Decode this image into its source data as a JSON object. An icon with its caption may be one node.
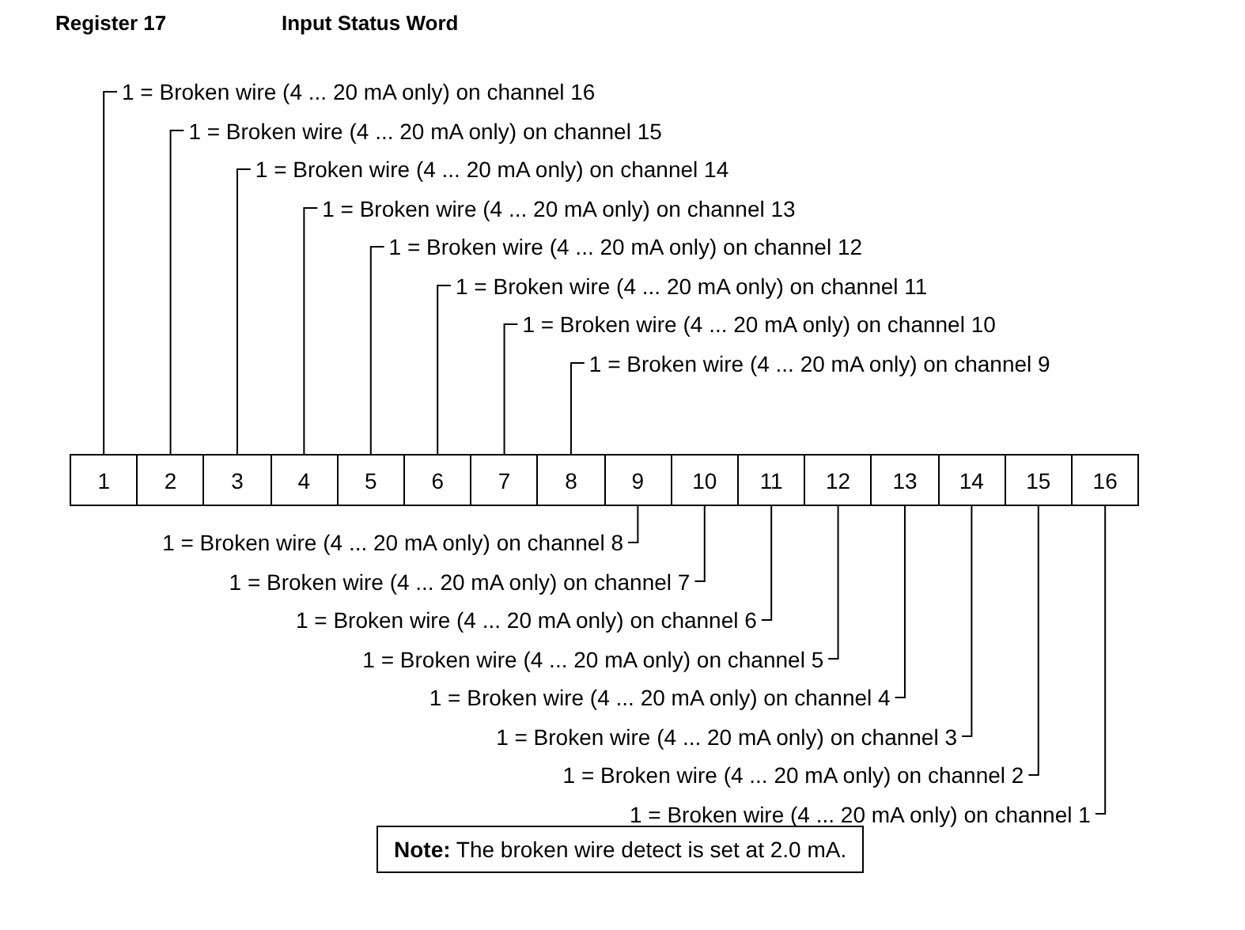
{
  "diagram": {
    "title": "Register 17",
    "labels": [
      "Input Status Word"
    ],
    "nodes": [
      {
        "text": [
          "1 = Broken wire (4 ... 20 mA only) on channel 16"
        ]
      },
      {
        "text": [
          "1 = Broken wire (4 ... 20 mA only) on channel 15"
        ]
      },
      {
        "text": [
          "1 = Broken wire (4 ... 20 mA only) on channel 14"
        ]
      },
      {
        "text": [
          "1 = Broken wire (4 ... 20 mA only) on channel 13"
        ]
      },
      {
        "text": [
          "1 = Broken wire (4 ... 20 mA only) on channel 12"
        ]
      },
      {
        "text": [
          "1 = Broken wire (4 ... 20 mA only) on channel 11"
        ]
      },
      {
        "text": [
          "1 = Broken wire (4 ... 20 mA only) on channel 10"
        ]
      },
      {
        "text": [
          "1 = Broken wire (4 ... 20 mA only) on channel 9"
        ]
      },
      {
        "text": [
          "1"
        ]
      },
      {
        "text": [
          "2"
        ]
      },
      {
        "text": [
          "3"
        ]
      },
      {
        "text": [
          "4"
        ]
      },
      {
        "text": [
          "5"
        ]
      },
      {
        "text": [
          "6"
        ]
      },
      {
        "text": [
          "7"
        ]
      },
      {
        "text": [
          "8"
        ]
      },
      {
        "text": [
          "9"
        ]
      },
      {
        "text": [
          "10"
        ]
      },
      {
        "text": [
          "11"
        ]
      },
      {
        "text": [
          "12"
        ]
      },
      {
        "text": [
          "13"
        ]
      },
      {
        "text": [
          "14"
        ]
      },
      {
        "text": [
          "15"
        ]
      },
      {
        "text": [
          "16"
        ]
      },
      {
        "text": [
          "1 = Broken wire (4 ... 20 mA only) on channel 8"
        ]
      },
      {
        "text": [
          "1 = Broken wire (4 ... 20 mA only) on channel 7"
        ]
      },
      {
        "text": [
          "1 = Broken wire (4 ... 20 mA only) on channel 6"
        ]
      },
      {
        "text": [
          "1 = Broken wire (4 ... 20 mA only) on channel 5"
        ]
      },
      {
        "text": [
          "1 = Broken wire (4 ... 20 mA only) on channel 4"
        ]
      },
      {
        "text": [
          "1 = Broken wire (4 ... 20 mA only) on channel 3"
        ]
      },
      {
        "text": [
          "1 = Broken wire (4 ... 20 mA only) on channel 2"
        ]
      },
      {
        "text": [
          "1 = Broken wire (4 ... 20 mA only) on channel 1"
        ]
      },
      {
        "text": [
          "**Note:** The broken wire detect is set at 2.0 mA."
        ]
      }
    ],
    "edges": [
      {
        "from": 0,
        "to": 8,
        "arrow": "none"
      },
      {
        "from": 1,
        "to": 9,
        "arrow": "none"
      },
      {
        "from": 2,
        "to": 10,
        "arrow": "none"
      },
      {
        "from": 3,
        "to": 11,
        "arrow": "none"
      },
      {
        "from": 4,
        "to": 12,
        "arrow": "none"
      },
      {
        "from": 5,
        "to": 13,
        "arrow": "none"
      },
      {
        "from": 6,
        "to": 14,
        "arrow": "none"
      },
      {
        "from": 7,
        "to": 15,
        "arrow": "none"
      },
      {
        "from": 24,
        "to": 16,
        "arrow": "none"
      },
      {
        "from": 25,
        "to": 17,
        "arrow": "none"
      },
      {
        "from": 26,
        "to": 18,
        "arrow": "none"
      },
      {
        "from": 27,
        "to": 19,
        "arrow": "none"
      },
      {
        "from": 28,
        "to": 20,
        "arrow": "none"
      },
      {
        "from": 29,
        "to": 21,
        "arrow": "none"
      },
      {
        "from": 30,
        "to": 22,
        "arrow": "none"
      },
      {
        "from": 31,
        "to": 23,
        "arrow": "none"
      }
    ]
  }
}
